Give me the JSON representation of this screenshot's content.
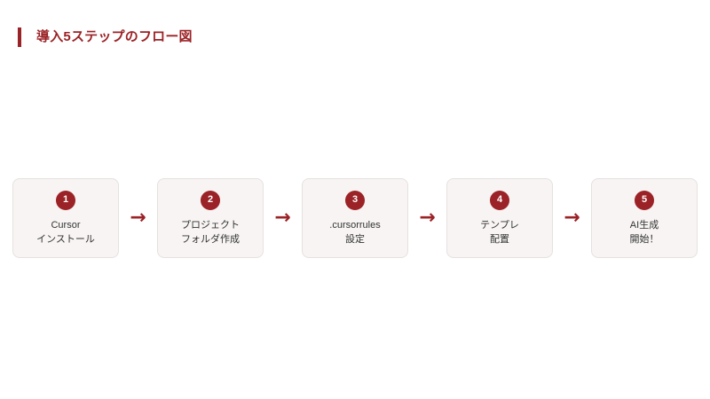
{
  "page": {
    "background_color": "#ffffff",
    "accent_color": "#9B2226",
    "card_background_color": "#f7f4f3",
    "card_border_color": "#e6e1df",
    "text_color": "#333333"
  },
  "header": {
    "title": "導入5ステップのフロー図"
  },
  "flow": {
    "arrow_glyph": "→",
    "steps": [
      {
        "number": "1",
        "line1": "Cursor",
        "line2": "インストール"
      },
      {
        "number": "2",
        "line1": "プロジェクト",
        "line2": "フォルダ作成"
      },
      {
        "number": "3",
        "line1": ".cursorrules",
        "line2": "設定"
      },
      {
        "number": "4",
        "line1": "テンプレ",
        "line2": "配置"
      },
      {
        "number": "5",
        "line1": "AI生成",
        "line2": "開始！"
      }
    ]
  }
}
